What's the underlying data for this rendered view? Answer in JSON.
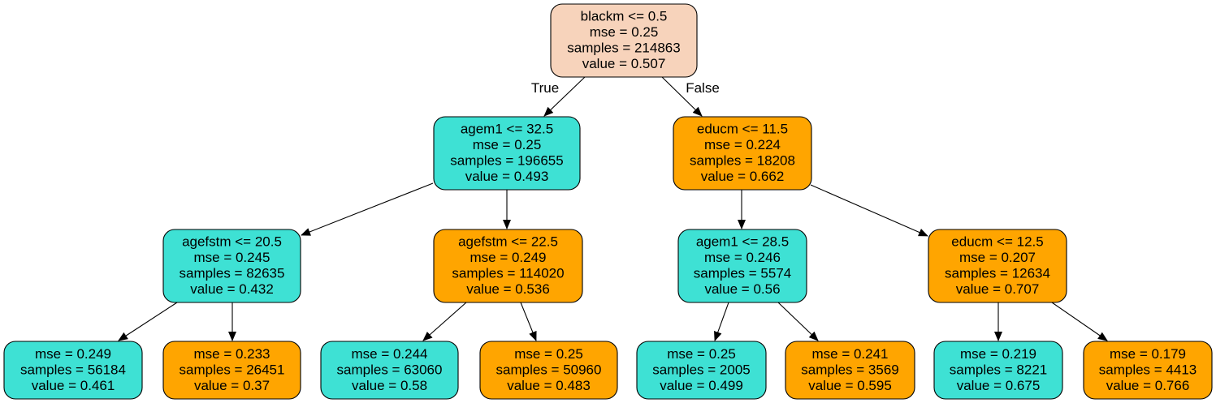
{
  "colors": {
    "root": "#f7d3bb",
    "turquoise": "#3ee1d4",
    "orange": "#ffa500"
  },
  "nodes": [
    {
      "id": "n0",
      "color": "root",
      "lines": [
        "blackm <= 0.5",
        "mse = 0.25",
        "samples = 214863",
        "value = 0.507"
      ]
    },
    {
      "id": "n1",
      "color": "turquoise",
      "lines": [
        "agem1 <= 32.5",
        "mse = 0.25",
        "samples = 196655",
        "value = 0.493"
      ]
    },
    {
      "id": "n2",
      "color": "orange",
      "lines": [
        "educm <= 11.5",
        "mse = 0.224",
        "samples = 18208",
        "value = 0.662"
      ]
    },
    {
      "id": "n3",
      "color": "turquoise",
      "lines": [
        "agefstm <= 20.5",
        "mse = 0.245",
        "samples = 82635",
        "value = 0.432"
      ]
    },
    {
      "id": "n4",
      "color": "orange",
      "lines": [
        "agefstm <= 22.5",
        "mse = 0.249",
        "samples = 114020",
        "value = 0.536"
      ]
    },
    {
      "id": "n5",
      "color": "turquoise",
      "lines": [
        "agem1 <= 28.5",
        "mse = 0.246",
        "samples = 5574",
        "value = 0.56"
      ]
    },
    {
      "id": "n6",
      "color": "orange",
      "lines": [
        "educm <= 12.5",
        "mse = 0.207",
        "samples = 12634",
        "value = 0.707"
      ]
    },
    {
      "id": "n7",
      "color": "turquoise",
      "lines": [
        "mse = 0.249",
        "samples = 56184",
        "value = 0.461"
      ]
    },
    {
      "id": "n8",
      "color": "orange",
      "lines": [
        "mse = 0.233",
        "samples = 26451",
        "value = 0.37"
      ]
    },
    {
      "id": "n9",
      "color": "turquoise",
      "lines": [
        "mse = 0.244",
        "samples = 63060",
        "value = 0.58"
      ]
    },
    {
      "id": "n10",
      "color": "orange",
      "lines": [
        "mse = 0.25",
        "samples = 50960",
        "value = 0.483"
      ]
    },
    {
      "id": "n11",
      "color": "turquoise",
      "lines": [
        "mse = 0.25",
        "samples = 2005",
        "value = 0.499"
      ]
    },
    {
      "id": "n12",
      "color": "orange",
      "lines": [
        "mse = 0.241",
        "samples = 3569",
        "value = 0.595"
      ]
    },
    {
      "id": "n13",
      "color": "turquoise",
      "lines": [
        "mse = 0.219",
        "samples = 8221",
        "value = 0.675"
      ]
    },
    {
      "id": "n14",
      "color": "orange",
      "lines": [
        "mse = 0.179",
        "samples = 4413",
        "value = 0.766"
      ]
    }
  ],
  "edges": [
    {
      "from": "n0",
      "to": "n1",
      "label": "True"
    },
    {
      "from": "n0",
      "to": "n2",
      "label": "False"
    },
    {
      "from": "n1",
      "to": "n3",
      "label": ""
    },
    {
      "from": "n1",
      "to": "n4",
      "label": ""
    },
    {
      "from": "n2",
      "to": "n5",
      "label": ""
    },
    {
      "from": "n2",
      "to": "n6",
      "label": ""
    },
    {
      "from": "n3",
      "to": "n7",
      "label": ""
    },
    {
      "from": "n3",
      "to": "n8",
      "label": ""
    },
    {
      "from": "n4",
      "to": "n9",
      "label": ""
    },
    {
      "from": "n4",
      "to": "n10",
      "label": ""
    },
    {
      "from": "n5",
      "to": "n11",
      "label": ""
    },
    {
      "from": "n5",
      "to": "n12",
      "label": ""
    },
    {
      "from": "n6",
      "to": "n13",
      "label": ""
    },
    {
      "from": "n6",
      "to": "n14",
      "label": ""
    }
  ]
}
